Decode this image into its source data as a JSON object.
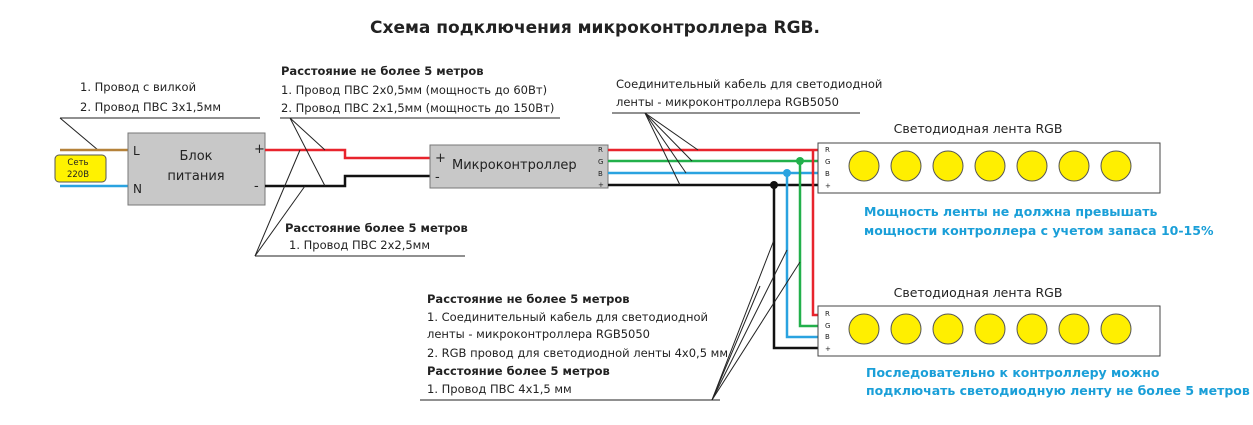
{
  "title": "Схема подключения микроконтроллера RGB.",
  "mains": {
    "badge_line1": "Сеть",
    "badge_line2": "220В",
    "terminal_l": "L",
    "terminal_n": "N",
    "items": [
      "1. Провод с вилкой",
      "2. Провод ПВС 3х1,5мм"
    ]
  },
  "power_supply": {
    "label_line1": "Блок",
    "label_line2": "питания",
    "plus": "+",
    "minus": "-"
  },
  "controller": {
    "label": "Микроконтроллер",
    "plus": "+",
    "minus": "-",
    "pins": [
      "R",
      "G",
      "B",
      "+"
    ]
  },
  "wiring_short": {
    "heading": "Расстояние не более 5 метров",
    "items": [
      "1. Провод ПВС 2х0,5мм (мощность до 60Вт)",
      "2. Провод ПВС 2х1,5мм (мощность до 150Вт)"
    ]
  },
  "wiring_long": {
    "heading": "Расстояние более 5 метров",
    "items": [
      "1. Провод ПВС 2х2,5мм"
    ]
  },
  "controller_cable": {
    "line1": "Соединительный кабель для светодиодной",
    "line2": "ленты - микроконтроллера RGB5050"
  },
  "strip1": {
    "title": "Светодиодная лента RGB",
    "pins": [
      "R",
      "G",
      "B",
      "+"
    ],
    "led_count": 7
  },
  "strip2": {
    "title": "Светодиодная лента RGB",
    "pins": [
      "R",
      "G",
      "B",
      "+"
    ],
    "led_count": 7
  },
  "note1": {
    "line1": "Мощность ленты не должна превышать",
    "line2": "мощности контроллера с учетом запаса 10-15%"
  },
  "note2": {
    "line1": "Последовательно к контроллеру можно",
    "line2": "подключать светодиодную ленту не более 5 метров"
  },
  "strip_wiring": {
    "heading_short": "Расстояние не более 5 метров",
    "short_line1": "1. Соединительный кабель для светодиодной",
    "short_line2": "ленты - микроконтроллера RGB5050",
    "short_line3": "2. RGB провод для светодиодной ленты 4х0,5 мм",
    "heading_long": "Расстояние более 5 метров",
    "long_line1": "1. Провод ПВС 4х1,5 мм"
  },
  "colors": {
    "red": "#e8242d",
    "green": "#22b04b",
    "blue": "#2aa3e0",
    "black": "#111111",
    "brown": "#b5823a",
    "box_fill": "#c8c8c8",
    "led_fill": "#ffef00",
    "badge_fill": "#fff200",
    "note": "#1a9fd8"
  }
}
